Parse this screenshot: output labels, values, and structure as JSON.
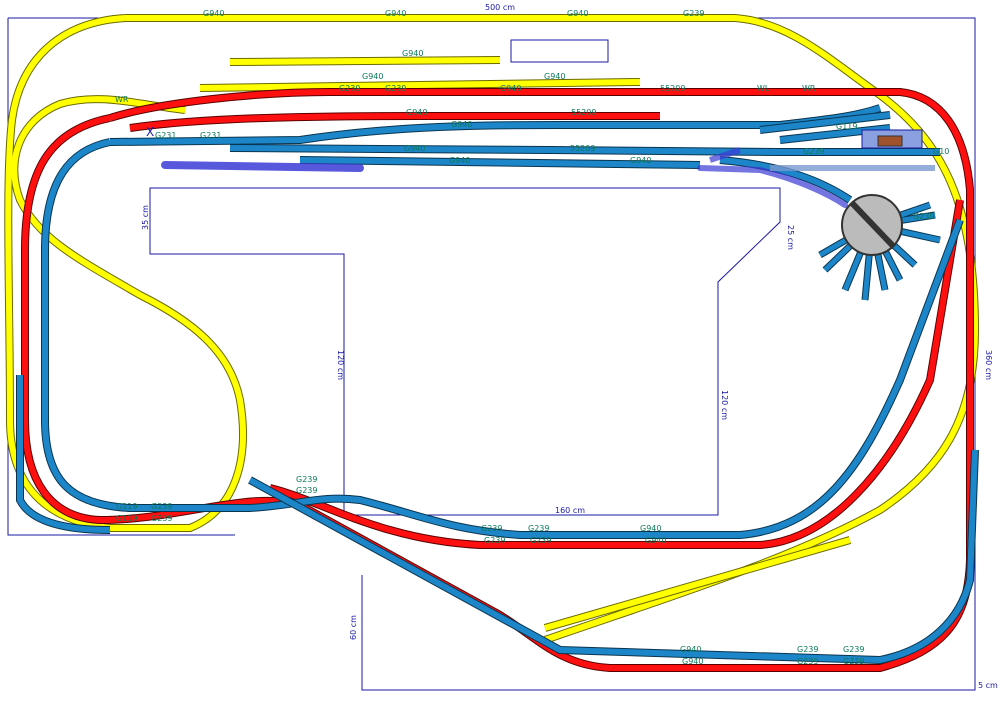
{
  "colors": {
    "yellow_track": "#ffff00",
    "red_track": "#ff1010",
    "blue_track": "#1c86c8",
    "dimension": "#1a1aa6",
    "label": "#0a7a5a",
    "highlight": "#3b3bd6",
    "turntable": "#bbbbbb"
  },
  "dimensions": {
    "top_width": "500 cm",
    "right_height": "360 cm",
    "left_35": "35 cm",
    "inner_120_left": "120 cm",
    "inner_120_right": "120 cm",
    "inner_160": "160 cm",
    "bottom_60": "60 cm",
    "corner_5": "5 cm",
    "right_25": "25 cm"
  },
  "track_labels": {
    "g940": "G940",
    "g239": "G239",
    "g231": "G231",
    "g119": "G119",
    "g10": "G10",
    "s5209": "55209",
    "wl": "WL",
    "wr": "WR",
    "marker_x": "X"
  }
}
